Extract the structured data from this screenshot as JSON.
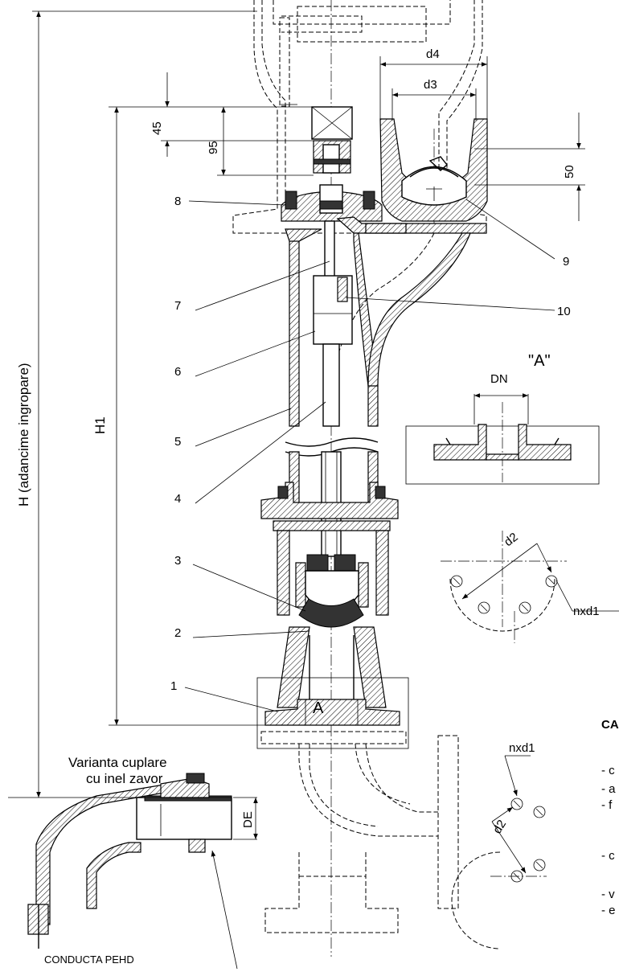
{
  "parts": {
    "p1": "1",
    "p2": "2",
    "p3": "3",
    "p4": "4",
    "p5": "5",
    "p6": "6",
    "p7": "7",
    "p8": "8",
    "p9": "9",
    "p10": "10"
  },
  "dims": {
    "d4": "d4",
    "d3": "d3",
    "h45": "45",
    "h95": "95",
    "h50": "50",
    "H": "H (adancime ingropare)",
    "H1": "H1",
    "DN": "DN",
    "DE": "DE",
    "d2_a": "d2",
    "d2_b": "d2",
    "nxd1_a": "nxd1",
    "nxd1_b": "nxd1"
  },
  "detail": {
    "label": "\"A\"",
    "marker": "A"
  },
  "coupling": {
    "line1": "Varianta cuplare",
    "line2": "cu inel zavor"
  },
  "pipe_label": "CONDUCTA PEHD",
  "right_notes": {
    "heading": "CA",
    "n1": "- c",
    "n2": "- a",
    "n3": "- f",
    "n4": "- c",
    "n5": "- v",
    "n6": "- e"
  }
}
